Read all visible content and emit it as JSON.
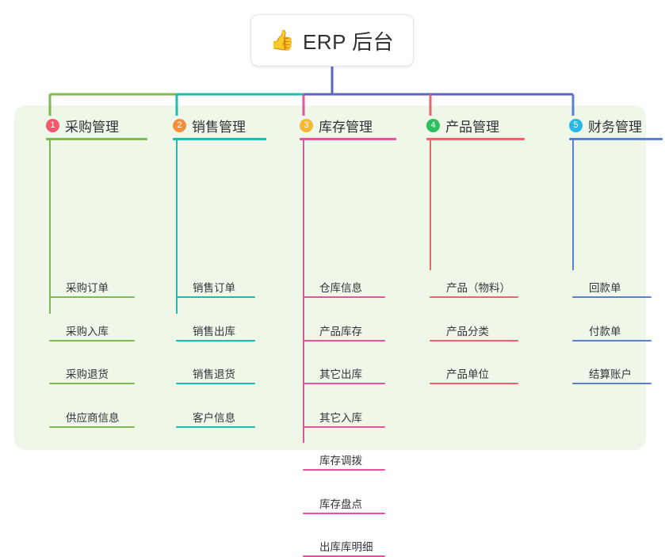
{
  "root": {
    "icon": "thumbs-up-icon",
    "emoji": "👍",
    "title": "ERP 后台"
  },
  "colors": {
    "panel_bg": "#eff7e9",
    "page_bg": "#ffffff",
    "root_border": "#e3e6ec",
    "root_text": "#2f3137",
    "spine": "#5b63c7",
    "item_text": "#33353b"
  },
  "columns": [
    {
      "number": "1",
      "title": "采购管理",
      "color": "#7cb martial",
      "line_color": "#7fba4c",
      "badge_color": "#f4566a",
      "items": [
        {
          "label": "采购订单"
        },
        {
          "label": "采购入库"
        },
        {
          "label": "采购退货"
        },
        {
          "label": "供应商信息"
        }
      ]
    },
    {
      "number": "2",
      "title": "销售管理",
      "line_color": "#16bfb0",
      "badge_color": "#f2913a",
      "items": [
        {
          "label": "销售订单"
        },
        {
          "label": "销售出库"
        },
        {
          "label": "销售退货"
        },
        {
          "label": "客户信息"
        }
      ]
    },
    {
      "number": "3",
      "title": "库存管理",
      "line_color": "#e8519b",
      "badge_color": "#f5b833",
      "items": [
        {
          "label": "仓库信息"
        },
        {
          "label": "产品库存"
        },
        {
          "label": "其它出库"
        },
        {
          "label": "其它入库"
        },
        {
          "label": "库存调拨"
        },
        {
          "label": "库存盘点"
        },
        {
          "label": "出库库明细"
        }
      ]
    },
    {
      "number": "4",
      "title": "产品管理",
      "line_color": "#f2616a",
      "badge_color": "#2bbf5e",
      "items": [
        {
          "label": "产品（物料）"
        },
        {
          "label": "产品分类"
        },
        {
          "label": "产品单位"
        }
      ]
    },
    {
      "number": "5",
      "title": "财务管理",
      "line_color": "#5b7fd4",
      "badge_color": "#29b6e8",
      "items": [
        {
          "label": "回款单"
        },
        {
          "label": "付款单"
        },
        {
          "label": "结算账户"
        }
      ]
    }
  ]
}
